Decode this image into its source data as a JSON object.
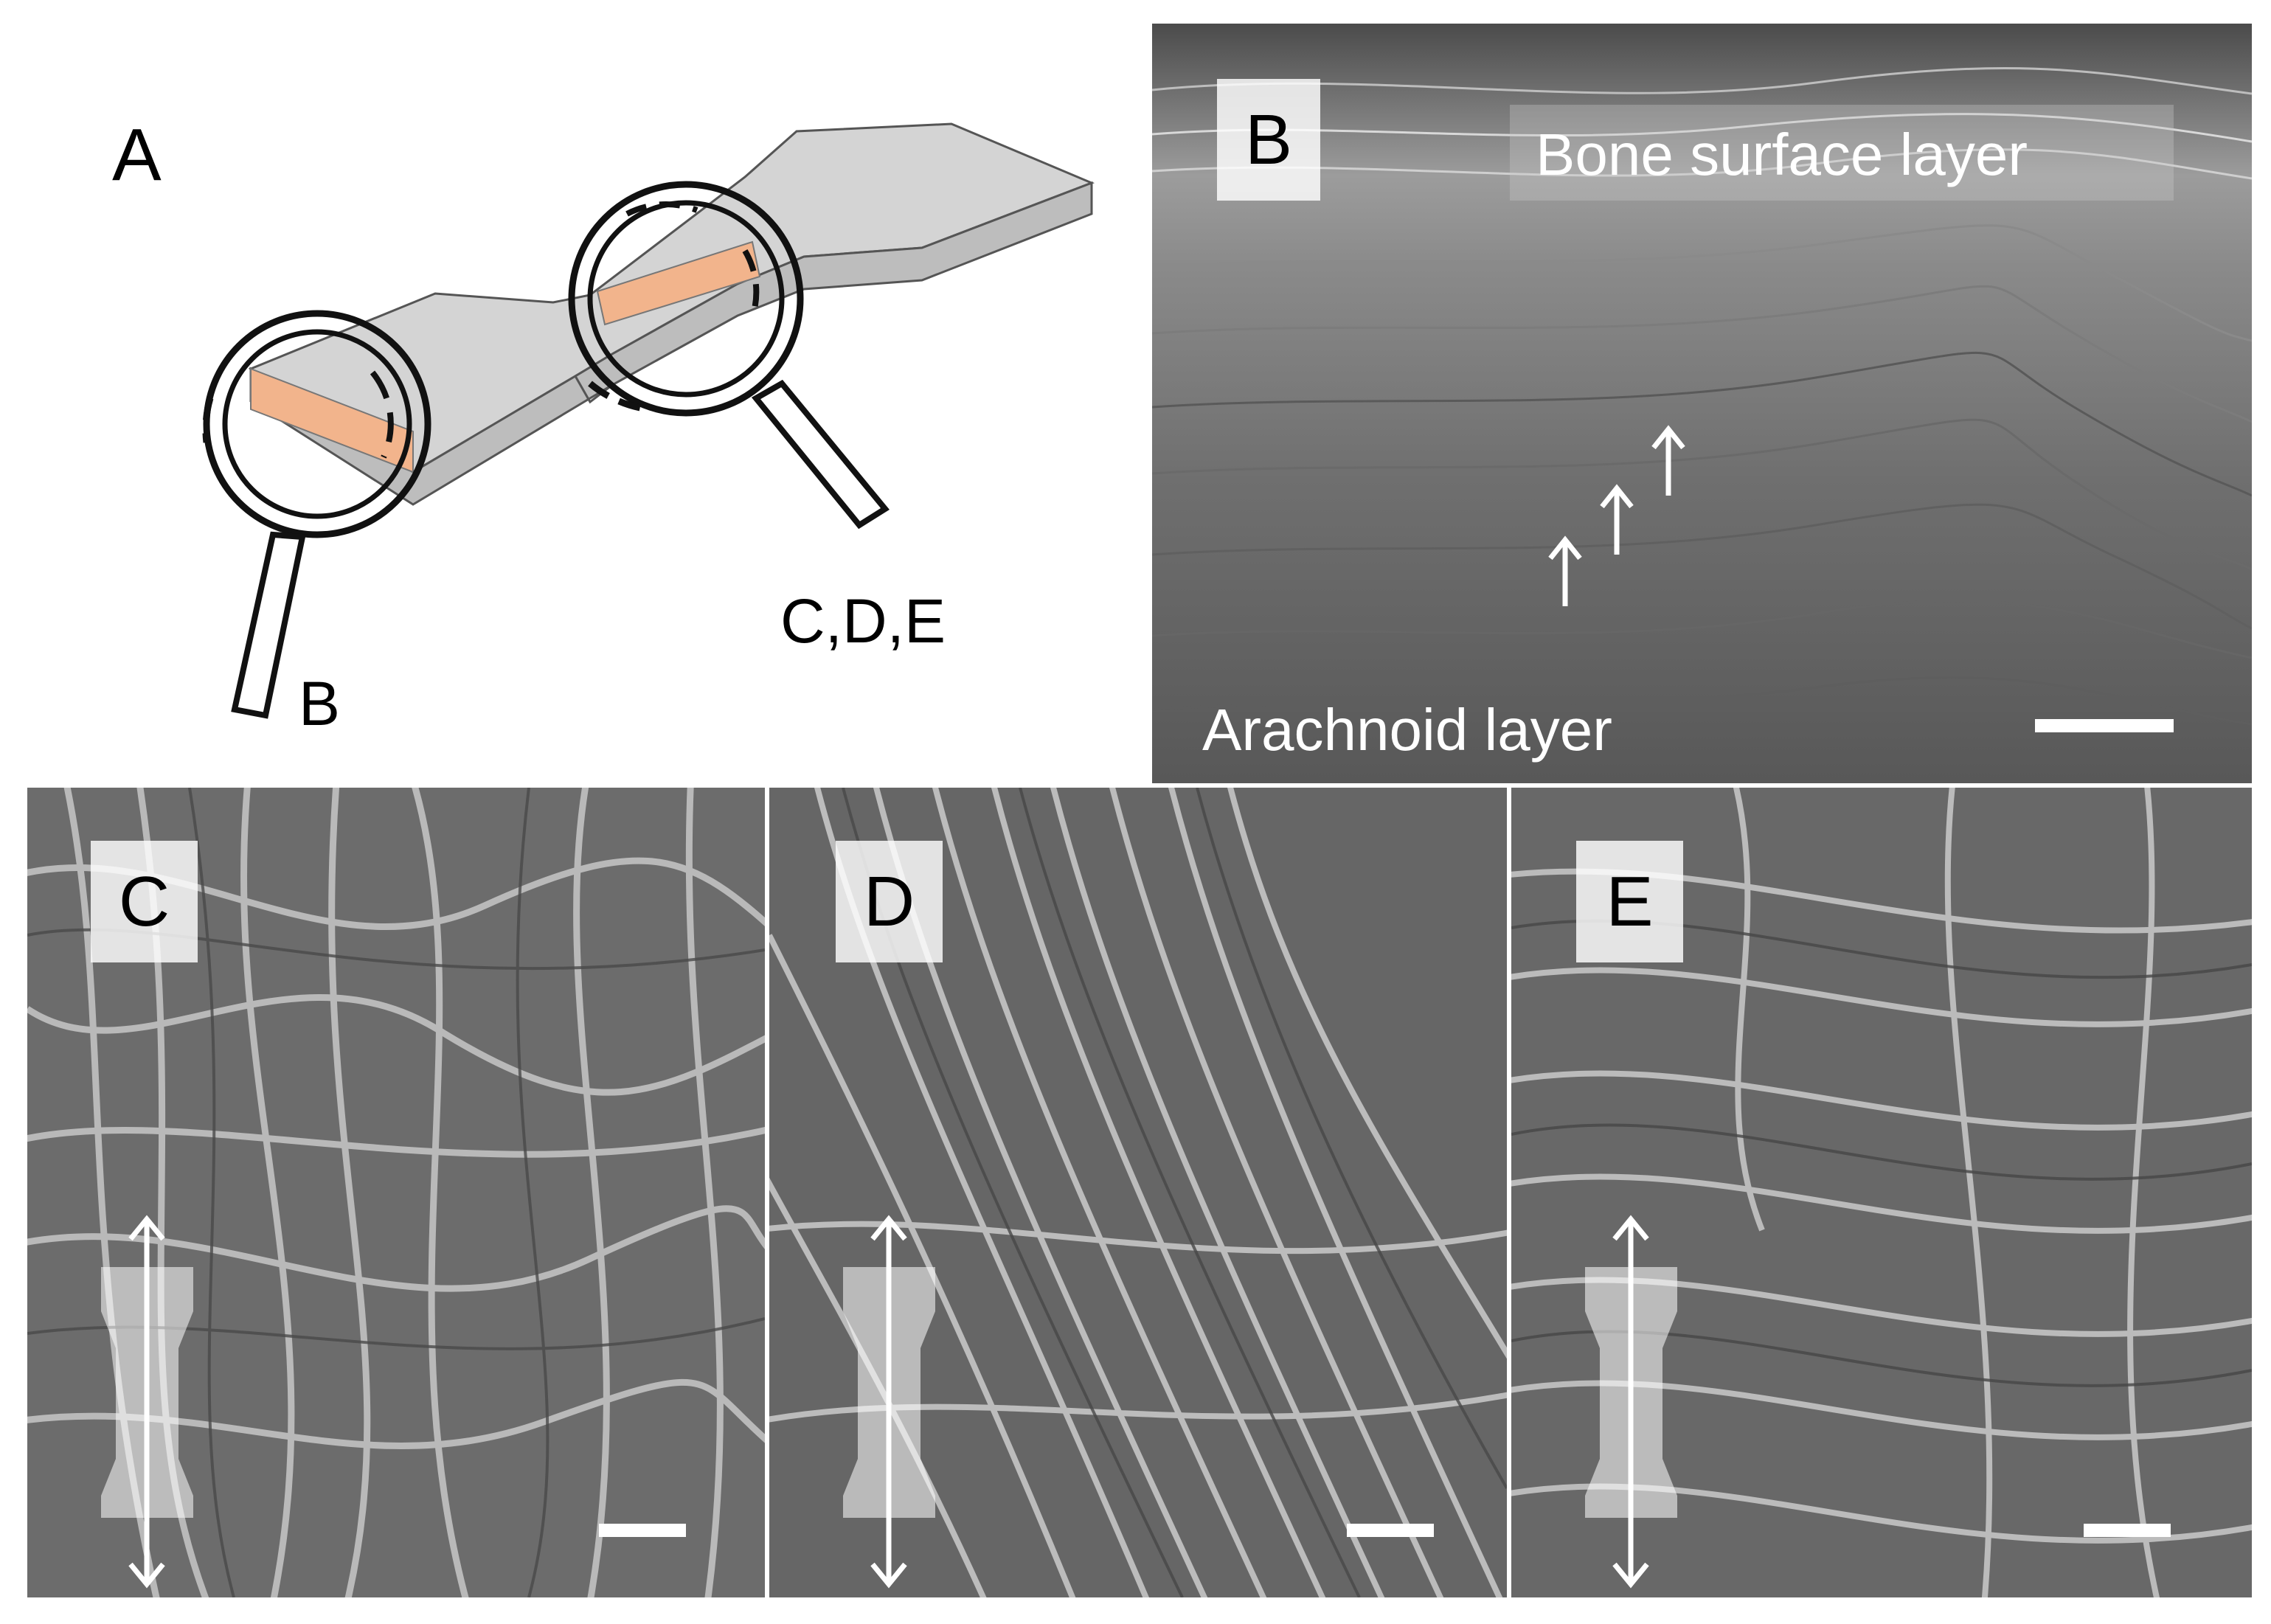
{
  "figure": {
    "panel_a": {
      "label": "A",
      "callout_b": "B",
      "callout_cde": "C,D,E"
    },
    "panel_b": {
      "label": "B",
      "top_layer": "Bone surface layer",
      "bottom_layer": "Arachnoid layer"
    },
    "panel_c": {
      "label": "C"
    },
    "panel_d": {
      "label": "D"
    },
    "panel_e": {
      "label": "E"
    }
  },
  "colors": {
    "specimen_gray": "#c8c8c8",
    "specimen_top": "#d6d6d6",
    "highlight_orange": "#f2b48c",
    "sem_base": "#6e6e6e",
    "fiber_light": "#c4c4c4",
    "fiber_dark": "#4a4a4a"
  }
}
